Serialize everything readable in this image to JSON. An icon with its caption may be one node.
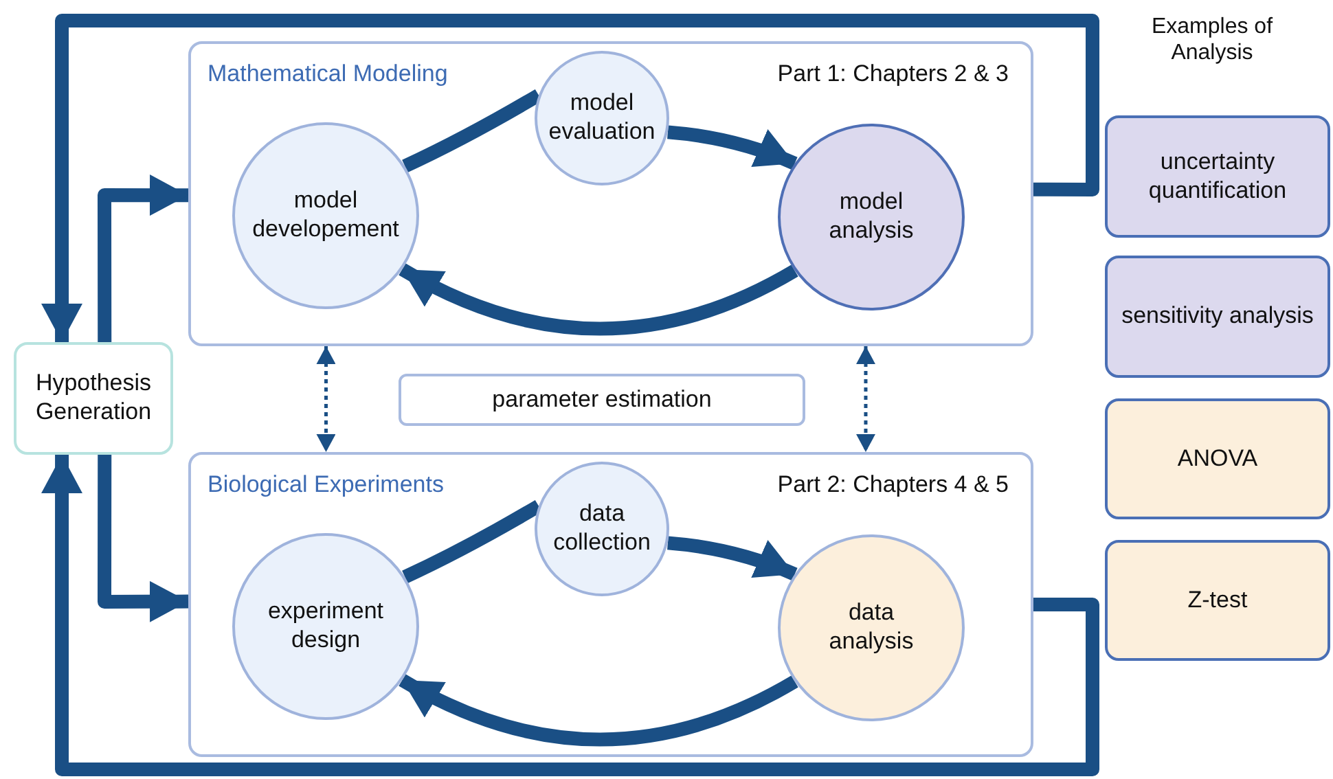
{
  "diagram": {
    "nodes": [
      {
        "text": [
          "Hypothesis Generation"
        ]
      },
      {
        "text": [
          "Mathematical Modeling",
          "Part 1: Chapters 2 & 3"
        ]
      },
      {
        "text": [
          "model developement"
        ],
        "in": 1
      },
      {
        "text": [
          "model evaluation"
        ],
        "in": 1
      },
      {
        "text": [
          "model analysis"
        ],
        "in": 1
      },
      {
        "text": [
          "parameter estimation"
        ]
      },
      {
        "text": [
          "Biological Experiments",
          "Part 2: Chapters 4 & 5"
        ]
      },
      {
        "text": [
          "experiment design"
        ],
        "in": 6
      },
      {
        "text": [
          "data collection"
        ],
        "in": 6
      },
      {
        "text": [
          "data analysis"
        ],
        "in": 6
      },
      {
        "text": [
          "uncertainty quantification"
        ]
      },
      {
        "text": [
          "sensitivity analysis"
        ]
      },
      {
        "text": [
          "ANOVA"
        ]
      },
      {
        "text": [
          "Z-test"
        ]
      }
    ],
    "edges": [
      {
        "from": 0,
        "to": 1,
        "arrow": "to"
      },
      {
        "from": 0,
        "to": 6,
        "arrow": "to"
      },
      {
        "from": 1,
        "to": 0,
        "arrow": "to"
      },
      {
        "from": 6,
        "to": 0,
        "arrow": "to"
      },
      {
        "from": 2,
        "to": 3,
        "arrow": "none"
      },
      {
        "from": 3,
        "to": 4,
        "arrow": "to"
      },
      {
        "from": 4,
        "to": 2,
        "arrow": "to"
      },
      {
        "from": 7,
        "to": 8,
        "arrow": "none"
      },
      {
        "from": 8,
        "to": 9,
        "arrow": "to"
      },
      {
        "from": 9,
        "to": 7,
        "arrow": "to"
      },
      {
        "from": 1,
        "to": 6,
        "arrow": "both",
        "style": "dashed"
      },
      {
        "from": 1,
        "to": 6,
        "arrow": "both",
        "style": "dashed"
      }
    ],
    "labels": [
      "Examples of Analysis"
    ]
  }
}
